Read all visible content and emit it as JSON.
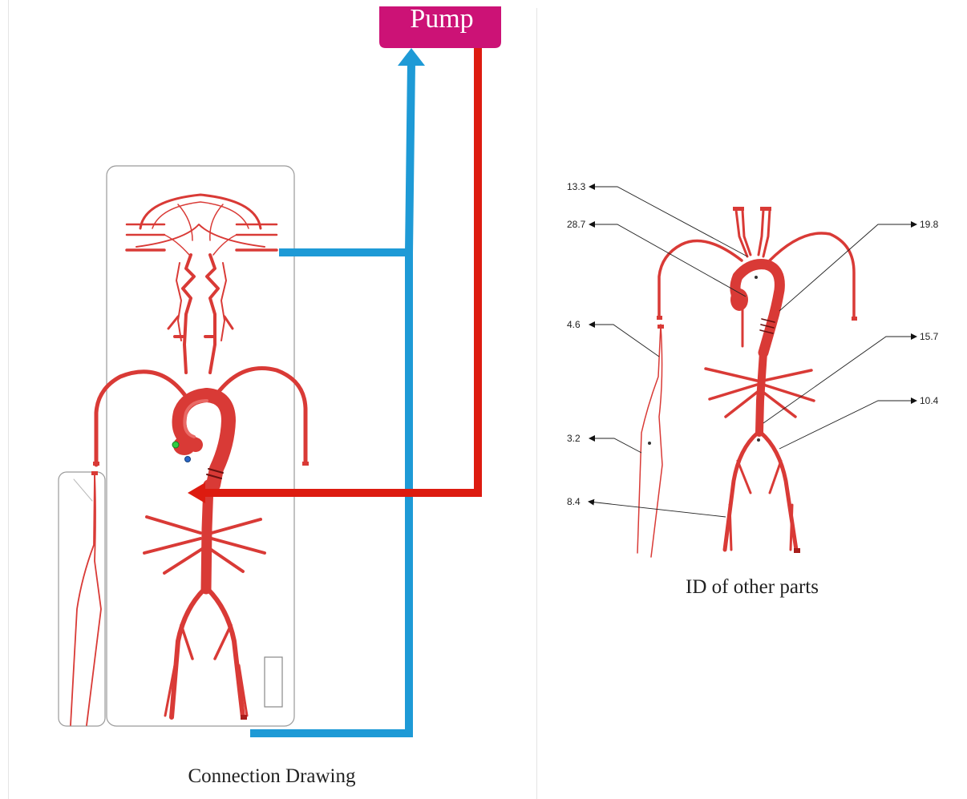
{
  "pump": {
    "label": "Pump",
    "color": "#cc1276"
  },
  "colors": {
    "vessel": "#d93a36",
    "vessel_light": "#e05450",
    "vessel_dark": "#a81e1c",
    "inflow_tube": "#1e9ad6",
    "outflow_tube": "#dd1b10",
    "frame": "#9a9a9a"
  },
  "captions": {
    "left": "Connection Drawing",
    "right": "ID of other parts"
  },
  "id_labels": {
    "l1": "13.3",
    "l2": "28.7",
    "l3": "4.6",
    "l4": "3.2",
    "l5": "8.4",
    "r1": "19.8",
    "r2": "15.7",
    "r3": "10.4"
  },
  "markers": {
    "green": "#2ecc40",
    "blue": "#2a66c8"
  }
}
